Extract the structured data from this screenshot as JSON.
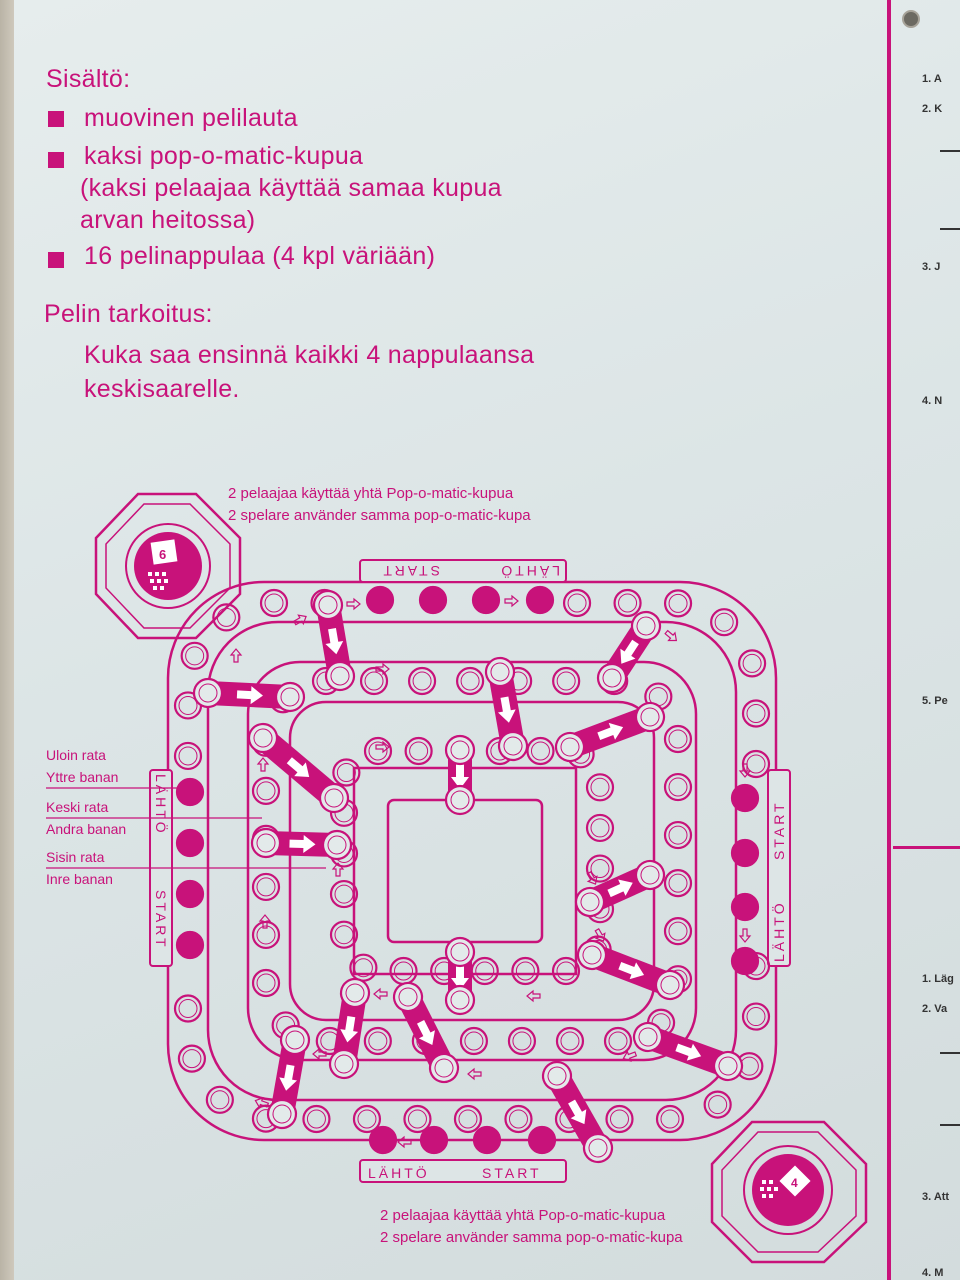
{
  "contents": {
    "heading": "Sisältö:",
    "items": [
      {
        "lines": [
          "muovinen pelilauta"
        ]
      },
      {
        "lines": [
          "kaksi pop-o-matic-kupua",
          "(kaksi pelaajaa käyttää samaa kupua",
          "arvan heitossa)"
        ]
      },
      {
        "lines": [
          "16 pelinappulaa (4 kpl väriään)"
        ]
      }
    ]
  },
  "purpose": {
    "heading": "Pelin tarkoitus:",
    "lines": [
      "Kuka saa ensinnä kaikki 4 nappulaansa",
      "keskisaarelle."
    ]
  },
  "board": {
    "caption_top": [
      "2 pelaajaa käyttää yhtä Pop-o-matic-kupua",
      "2 spelare använder samma pop-o-matic-kupa"
    ],
    "caption_bottom": [
      "2 pelaajaa käyttää yhtä Pop-o-matic-kupua",
      "2 spelare använder samma pop-o-matic-kupa"
    ],
    "lane_labels": [
      [
        "Uloin rata",
        "Yttre banan"
      ],
      [
        "Keski rata",
        "Andra banan"
      ],
      [
        "Sisin rata",
        "Inre banan"
      ]
    ],
    "start_labels": {
      "fi": "LÄHTÖ",
      "sv": "START"
    },
    "dice_values": [
      "6",
      "4"
    ],
    "accent_color": "#c8127a"
  },
  "right_column_markers": [
    "1. A",
    "2. K",
    "3. J",
    "4. N",
    "5. Pe",
    "1. Läg",
    "2. Va",
    "3. Att",
    "4. M"
  ],
  "icons": [
    "pop-o-matic-dice-icon",
    "arrow-icon",
    "square-bullet-icon"
  ]
}
